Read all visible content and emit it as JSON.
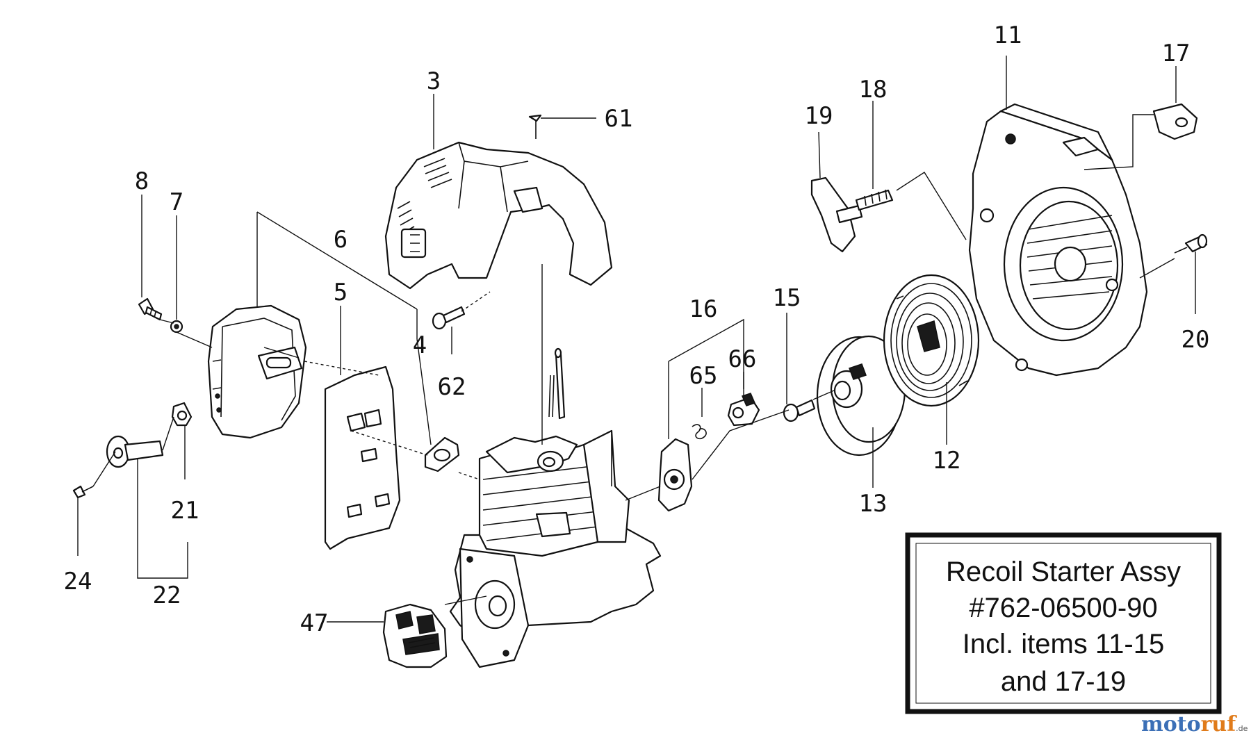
{
  "callouts": {
    "n3": "3",
    "n4": "4",
    "n5": "5",
    "n6": "6",
    "n7": "7",
    "n8": "8",
    "n11": "11",
    "n12": "12",
    "n13": "13",
    "n15": "15",
    "n16": "16",
    "n17": "17",
    "n18": "18",
    "n19": "19",
    "n20": "20",
    "n21": "21",
    "n22": "22",
    "n24": "24",
    "n47": "47",
    "n61": "61",
    "n62": "62",
    "n65": "65",
    "n66": "66"
  },
  "info_box": {
    "line1": "Recoil Starter Assy",
    "line2": "#762-06500-90",
    "line3": "Incl. items 11-15",
    "line4": "and 17-19"
  },
  "watermark": {
    "brand_a": "moto",
    "brand_b": "ruf",
    "suffix": ".de",
    "colors": {
      "moto": "#3b6fb6",
      "ruf": "#e07b1a"
    }
  }
}
